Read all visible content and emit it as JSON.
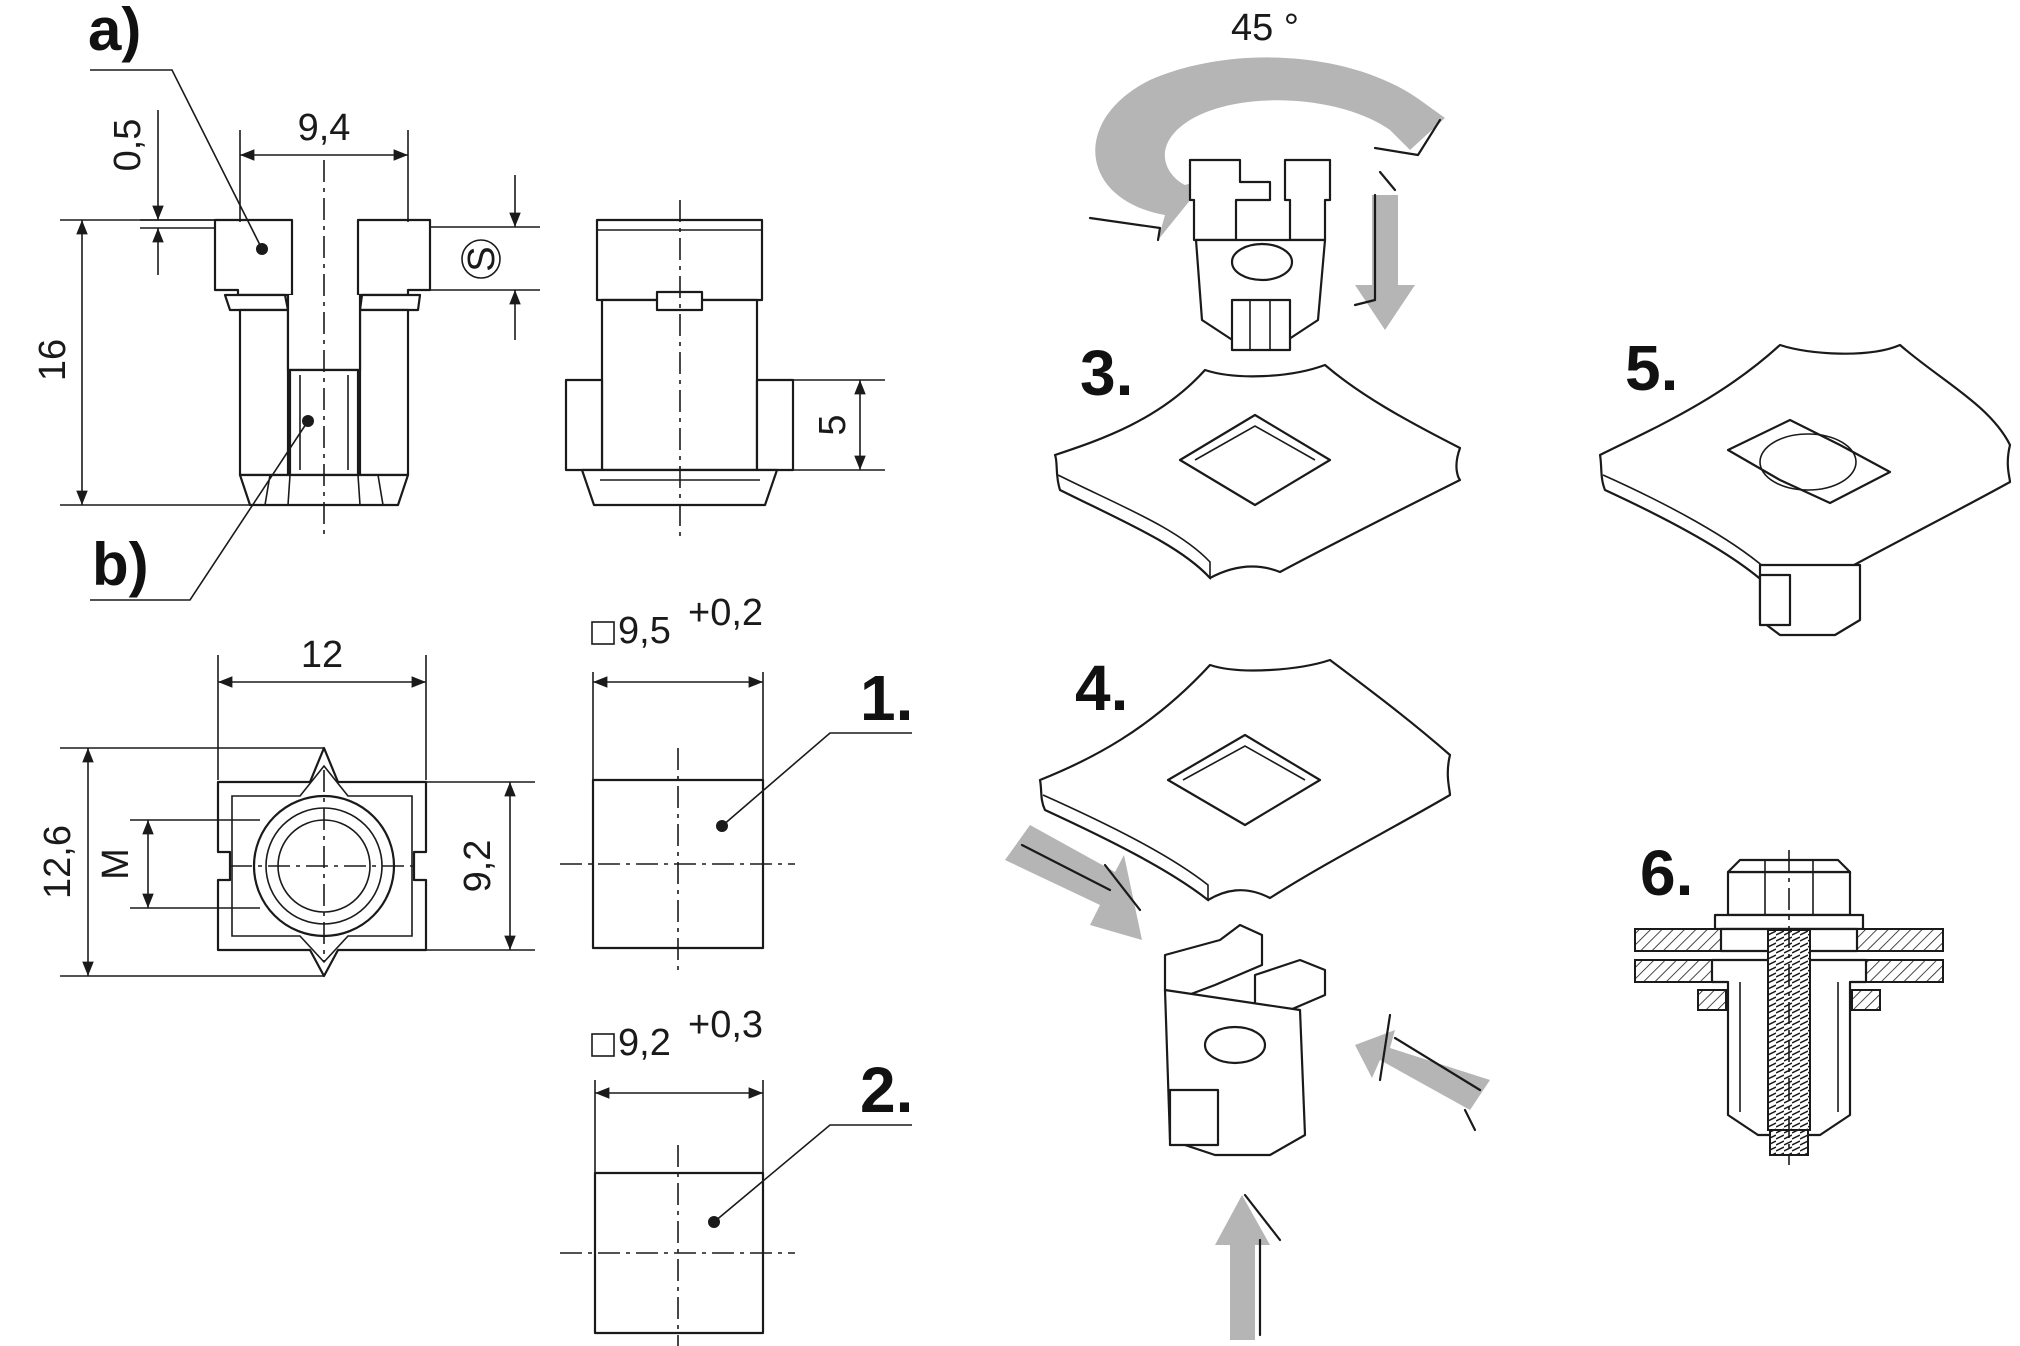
{
  "labels": {
    "a": "a)",
    "b": "b)"
  },
  "dimensions": {
    "width_top": "9,4",
    "flange": "0,5",
    "height": "16",
    "s_symbol": "S",
    "shoulder": "5",
    "width_plan": "12",
    "overall_plan": "12,6",
    "thread": "M",
    "body_plan": "9,2"
  },
  "cutouts": [
    {
      "size": "9,5",
      "tolerance": "+0,2",
      "step": "1."
    },
    {
      "size": "9,2",
      "tolerance": "+0,3",
      "step": "2."
    }
  ],
  "steps": {
    "rotation": "45 °",
    "s3": "3.",
    "s4": "4.",
    "s5": "5.",
    "s6": "6."
  },
  "colors": {
    "line": "#1a1a1a",
    "arrow": "#b5b5b5",
    "shade": "#d4d4d4"
  }
}
